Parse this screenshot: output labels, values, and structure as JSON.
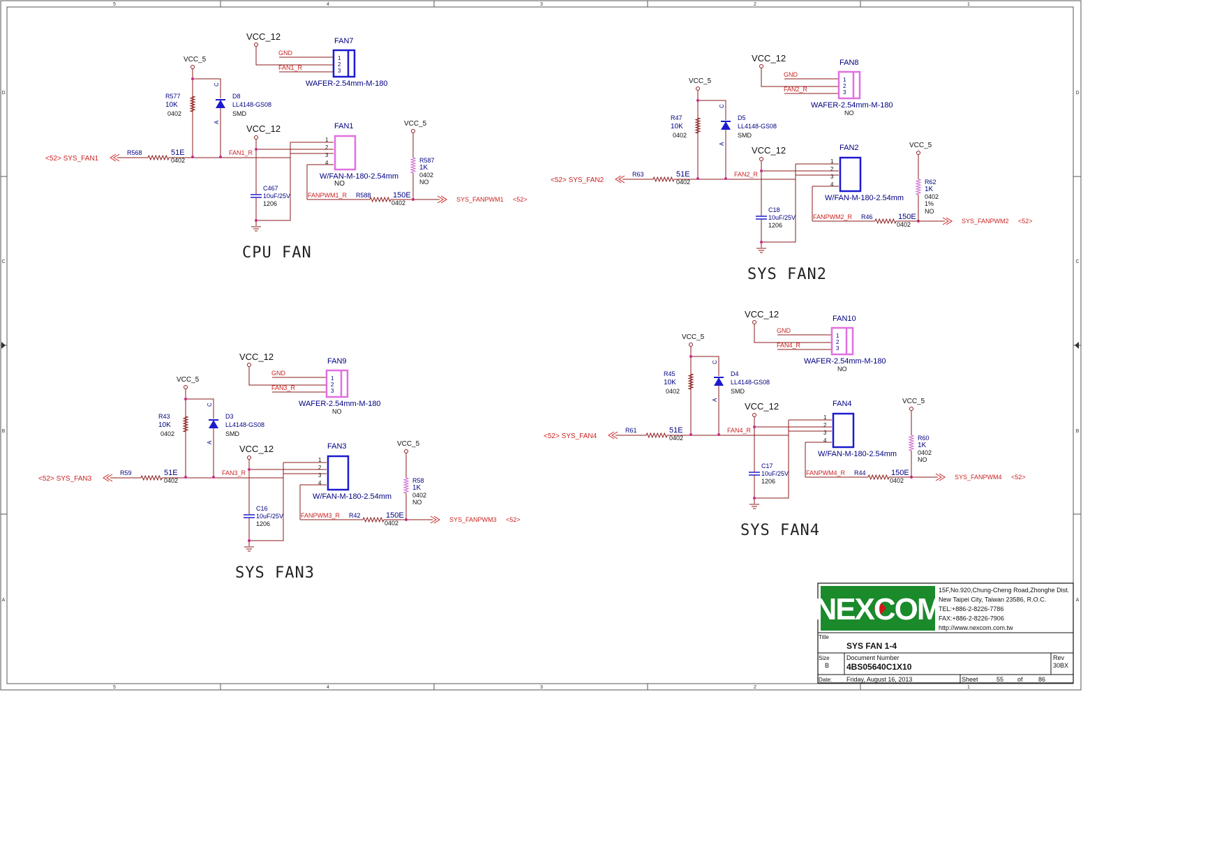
{
  "frame": {
    "top_cols": [
      "5",
      "4",
      "3",
      "2",
      "1"
    ],
    "bottom_cols": [
      "5",
      "4",
      "3",
      "2",
      "1"
    ],
    "left_rows": [
      "D",
      "C",
      "B",
      "A"
    ],
    "right_rows": [
      "D",
      "C",
      "B",
      "A"
    ]
  },
  "colors": {
    "wire": "#8b1a1a",
    "net": "#cc2222",
    "part": "#000080",
    "fan_bright": "#1a1ad0",
    "fan_pink": "#e070e0",
    "resistor": "#cc66cc",
    "nexcom_green": "#1a8a2a",
    "nexcom_red": "#d01818"
  },
  "blocks": [
    {
      "title": "CPU FAN",
      "vcc12": "VCC_12",
      "vcc5": "VCC_5",
      "wafer": {
        "ref": "FAN7",
        "gnd": "GND",
        "sig": "FAN1_R",
        "pins": [
          "1",
          "2",
          "3"
        ],
        "part": "WAFER-2.54mm-M-180",
        "no": ""
      },
      "diode": {
        "ref": "D8",
        "part": "LL4148-GS08",
        "pkg": "SMD",
        "c": "C",
        "a": "A"
      },
      "pullup": {
        "ref": "R577",
        "val": "10K",
        "pkg": "0402"
      },
      "series": {
        "ref": "R568",
        "val": "51E",
        "pkg": "0402"
      },
      "net_in": "<52>  SYS_FAN1",
      "net_label": "FAN1_R",
      "header": {
        "ref": "FAN1",
        "pins": [
          "1",
          "2",
          "3",
          "4"
        ],
        "part": "W/FAN-M-180-2.54mm",
        "no": "NO"
      },
      "cap": {
        "ref": "C467",
        "val": "10uF/25V",
        "pkg": "1206"
      },
      "pwm_pullup": {
        "ref": "R587",
        "val": "1K",
        "pkg": "0402",
        "tol": "",
        "no": "NO"
      },
      "pwm_res": {
        "ref": "R588",
        "val": "150E",
        "pkg": "0402"
      },
      "pwm_label": "FANPWM1_R",
      "pwm_net": "SYS_FANPWM1",
      "pwm_sheet": "<52>"
    },
    {
      "title": "SYS FAN2",
      "vcc12": "VCC_12",
      "vcc5": "VCC_5",
      "wafer": {
        "ref": "FAN8",
        "gnd": "GND",
        "sig": "FAN2_R",
        "pins": [
          "1",
          "2",
          "3"
        ],
        "part": "WAFER-2.54mm-M-180",
        "no": "NO"
      },
      "diode": {
        "ref": "D5",
        "part": "LL4148-GS08",
        "pkg": "SMD",
        "c": "C",
        "a": "A"
      },
      "pullup": {
        "ref": "R47",
        "val": "10K",
        "pkg": "0402"
      },
      "series": {
        "ref": "R63",
        "val": "51E",
        "pkg": "0402"
      },
      "net_in": "<52>  SYS_FAN2",
      "net_label": "FAN2_R",
      "header": {
        "ref": "FAN2",
        "pins": [
          "1",
          "2",
          "3",
          "4"
        ],
        "part": "W/FAN-M-180-2.54mm",
        "no": ""
      },
      "cap": {
        "ref": "C18",
        "val": "10uF/25V",
        "pkg": "1206"
      },
      "pwm_pullup": {
        "ref": "R62",
        "val": "1K",
        "pkg": "0402",
        "tol": "1%",
        "no": "NO"
      },
      "pwm_res": {
        "ref": "R46",
        "val": "150E",
        "pkg": "0402"
      },
      "pwm_label": "FANPWM2_R",
      "pwm_net": "SYS_FANPWM2",
      "pwm_sheet": "<52>"
    },
    {
      "title": "SYS FAN3",
      "vcc12": "VCC_12",
      "vcc5": "VCC_5",
      "wafer": {
        "ref": "FAN9",
        "gnd": "GND",
        "sig": "FAN3_R",
        "pins": [
          "1",
          "2",
          "3"
        ],
        "part": "WAFER-2.54mm-M-180",
        "no": "NO"
      },
      "diode": {
        "ref": "D3",
        "part": "LL4148-GS08",
        "pkg": "SMD",
        "c": "C",
        "a": "A"
      },
      "pullup": {
        "ref": "R43",
        "val": "10K",
        "pkg": "0402"
      },
      "series": {
        "ref": "R59",
        "val": "51E",
        "pkg": "0402"
      },
      "net_in": "<52>  SYS_FAN3",
      "net_label": "FAN3_R",
      "header": {
        "ref": "FAN3",
        "pins": [
          "1",
          "2",
          "3",
          "4"
        ],
        "part": "W/FAN-M-180-2.54mm",
        "no": ""
      },
      "cap": {
        "ref": "C16",
        "val": "10uF/25V",
        "pkg": "1206"
      },
      "pwm_pullup": {
        "ref": "R58",
        "val": "1K",
        "pkg": "0402",
        "tol": "",
        "no": "NO"
      },
      "pwm_res": {
        "ref": "R42",
        "val": "150E",
        "pkg": "0402"
      },
      "pwm_label": "FANPWM3_R",
      "pwm_net": "SYS_FANPWM3",
      "pwm_sheet": "<52>"
    },
    {
      "title": "SYS FAN4",
      "vcc12": "VCC_12",
      "vcc5": "VCC_5",
      "wafer": {
        "ref": "FAN10",
        "gnd": "GND",
        "sig": "FAN4_R",
        "pins": [
          "1",
          "2",
          "3"
        ],
        "part": "WAFER-2.54mm-M-180",
        "no": "NO"
      },
      "diode": {
        "ref": "D4",
        "part": "LL4148-GS08",
        "pkg": "SMD",
        "c": "C",
        "a": "A"
      },
      "pullup": {
        "ref": "R45",
        "val": "10K",
        "pkg": "0402"
      },
      "series": {
        "ref": "R61",
        "val": "51E",
        "pkg": "0402"
      },
      "net_in": "<52>  SYS_FAN4",
      "net_label": "FAN4_R",
      "header": {
        "ref": "FAN4",
        "pins": [
          "1",
          "2",
          "3",
          "4"
        ],
        "part": "W/FAN-M-180-2.54mm",
        "no": ""
      },
      "cap": {
        "ref": "C17",
        "val": "10uF/25V",
        "pkg": "1206"
      },
      "pwm_pullup": {
        "ref": "R60",
        "val": "1K",
        "pkg": "0402",
        "tol": "",
        "no": "NO"
      },
      "pwm_res": {
        "ref": "R44",
        "val": "150E",
        "pkg": "0402"
      },
      "pwm_label": "FANPWM4_R",
      "pwm_net": "SYS_FANPWM4",
      "pwm_sheet": "<52>"
    }
  ],
  "title_block": {
    "logo_text": "NEXCOM",
    "address": [
      "15F,No.920,Chung-Cheng Road,Zhonghe Dist.",
      "New Taipei City, Taiwan 23586, R.O.C.",
      "TEL:+886-2-8226-7786",
      "FAX:+886-2-8226-7906",
      "http://www.nexcom.com.tw"
    ],
    "title_label": "Title",
    "title": "SYS FAN 1-4",
    "size_label": "Size",
    "size": "B",
    "docnum_label": "Document Number",
    "docnum": "4BS05640C1X10",
    "rev_label": "Rev",
    "rev": "30BX",
    "date_label": "Date:",
    "date": "Friday, August 16, 2013",
    "sheet_label": "Sheet",
    "sheet": "55",
    "of_label": "of",
    "of": "86"
  }
}
